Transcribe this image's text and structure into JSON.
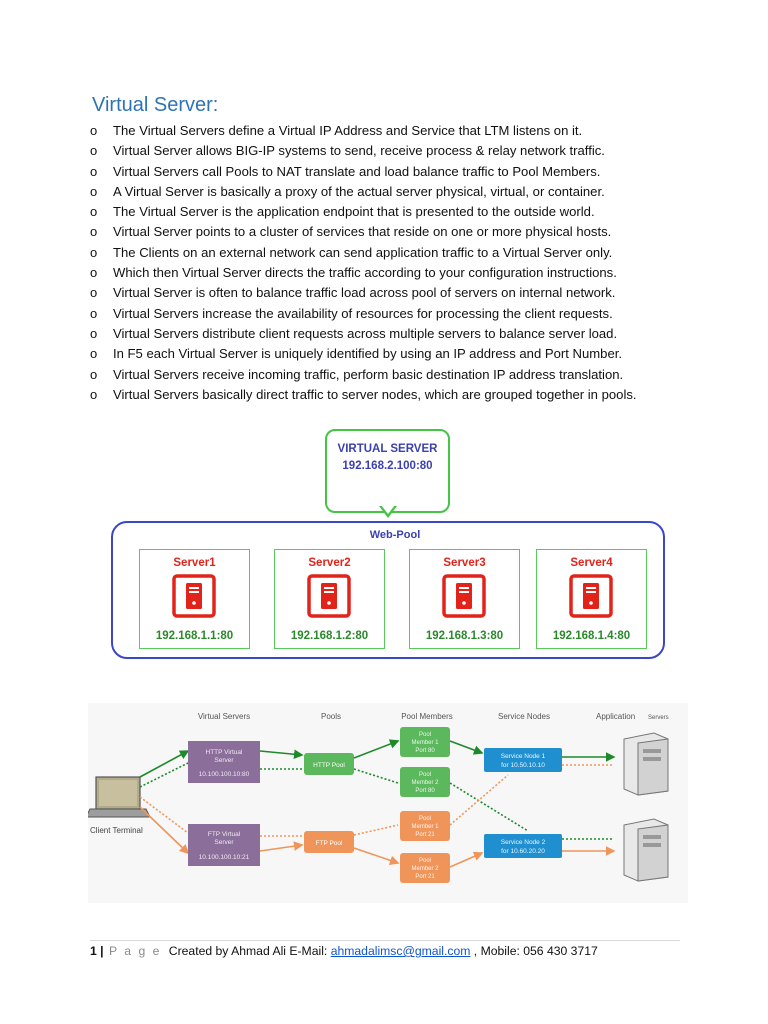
{
  "heading": "Virtual Server:",
  "bullet_marker": "o",
  "bullets": [
    "The Virtual Servers define a Virtual IP Address and Service that LTM listens on it.",
    "Virtual Server allows BIG-IP systems to send, receive process & relay network traffic.",
    "Virtual Servers call Pools to NAT translate and load balance traffic to Pool Members.",
    "A Virtual Server is basically a proxy of the actual server physical, virtual, or container.",
    "The Virtual Server is the application endpoint that is presented to the outside world.",
    "Virtual Server points to a cluster of services that reside on one or more physical hosts.",
    "The Clients on an external network can send application traffic to a Virtual Server only.",
    "Which then Virtual Server directs the traffic according to your configuration instructions.",
    "Virtual Server is often to balance traffic load across pool of servers on internal network.",
    "Virtual Servers increase the availability of resources for processing the client requests.",
    "Virtual Servers distribute client requests across multiple servers to balance server load.",
    "In F5 each Virtual Server is uniquely identified by using an IP address and Port Number.",
    "Virtual Servers receive incoming traffic, perform basic destination IP address translation.",
    "Virtual Servers basically direct traffic to server nodes, which are grouped together in pools."
  ],
  "diagram1": {
    "virtual_server_title": "VIRTUAL SERVER",
    "virtual_server_ip": "192.168.2.100:80",
    "pool_label": "Web-Pool",
    "servers": [
      {
        "name": "Server1",
        "ip": "192.168.1.1:80"
      },
      {
        "name": "Server2",
        "ip": "192.168.1.2:80"
      },
      {
        "name": "Server3",
        "ip": "192.168.1.3:80"
      },
      {
        "name": "Server4",
        "ip": "192.168.1.4:80"
      }
    ],
    "colors": {
      "server_red": "#e2231a",
      "pool_blue": "#3c46c8",
      "bubble_green": "#44c544",
      "ip_green": "#2a8a2a"
    }
  },
  "diagram2": {
    "col_virtual_servers": "Virtual Servers",
    "col_pools": "Pools",
    "col_pool_members": "Pool Members",
    "col_service_nodes": "Service Nodes",
    "col_app_main": "Application",
    "col_app_small": "Servers",
    "client_label": "Client Terminal",
    "http_vs_1": "HTTP Virtual",
    "http_vs_2": "Server",
    "http_vs_3": "10.100.100.10:80",
    "ftp_vs_1": "FTP Virtual",
    "ftp_vs_2": "Server",
    "ftp_vs_3": "10.100.100.10:21",
    "http_pool": "HTTP Pool",
    "ftp_pool": "FTP Pool",
    "pm1_1": "Pool",
    "pm1_2": "Member 1",
    "pm1_3": "Port 80",
    "pm2_1": "Pool",
    "pm2_2": "Member 2",
    "pm2_3": "Port 80",
    "pm3_1": "Pool",
    "pm3_2": "Member 1",
    "pm3_3": "Port 21",
    "pm4_1": "Pool",
    "pm4_2": "Member 2",
    "pm4_3": "Port 21",
    "sn1_1": "Service Node 1",
    "sn1_2": "for 10.50.10.10",
    "sn2_1": "Service Node 2",
    "sn2_2": "for 10.60.20.20",
    "colors": {
      "vs_purple": "#8b6f9a",
      "green": "#5cb85c",
      "orange": "#f0955a",
      "node_blue": "#1f8fd0",
      "arrow_green": "#1d8a2a"
    }
  },
  "footer": {
    "page_number": "1",
    "separator": "|",
    "page_word": "P a g e",
    "text_before_email": "Created by Ahmad Ali E-Mail:",
    "email": "ahmadalimsc@gmail.com",
    "text_after_email": ", Mobile: 056 430 3717"
  }
}
